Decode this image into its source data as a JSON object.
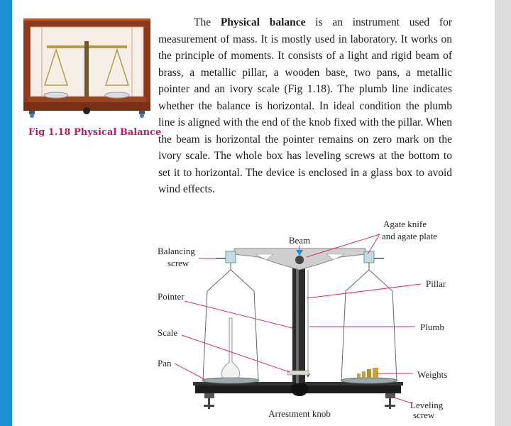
{
  "figure": {
    "caption": "Fig 1.18 Physical Balance"
  },
  "paragraph": {
    "intro": "The ",
    "term": "Physical balance",
    "body": " is an instrument used for measurement of mass. It is mostly used in laboratory. It works on the principle of moments. It consists of  a light and rigid beam of brass, a metallic pillar, a wooden base, two pans, a metallic pointer and an ivory scale (Fig 1.18). The plumb line indicates whether the balance is horizontal. In ideal condition the plumb line is aligned with the end of the knob fixed with the pillar. When the beam is horizontal the pointer remains on zero mark on the ivory scale. The whole box has leveling screws at the bottom to set it to horizontal. The device is enclosed in a glass box to avoid wind effects."
  },
  "diagram": {
    "labels": {
      "beam": "Beam",
      "agate_line1": "Agate knife",
      "agate_line2": "and agate plate",
      "balancing_line1": "Balancing",
      "balancing_line2": "screw",
      "pillar": "Pillar",
      "pointer": "Pointer",
      "plumb": "Plumb",
      "scale": "Scale",
      "pan": "Pan",
      "weights": "Weights",
      "arrestment_knob": "Arrestment knob",
      "leveling_line1": "Leveling",
      "leveling_line2": "screw"
    }
  },
  "colors": {
    "accent_left_bar": "#1e8fd6",
    "caption": "#c0196b",
    "leader_lines": "#e0277a",
    "wood": "#8b3a1a"
  }
}
